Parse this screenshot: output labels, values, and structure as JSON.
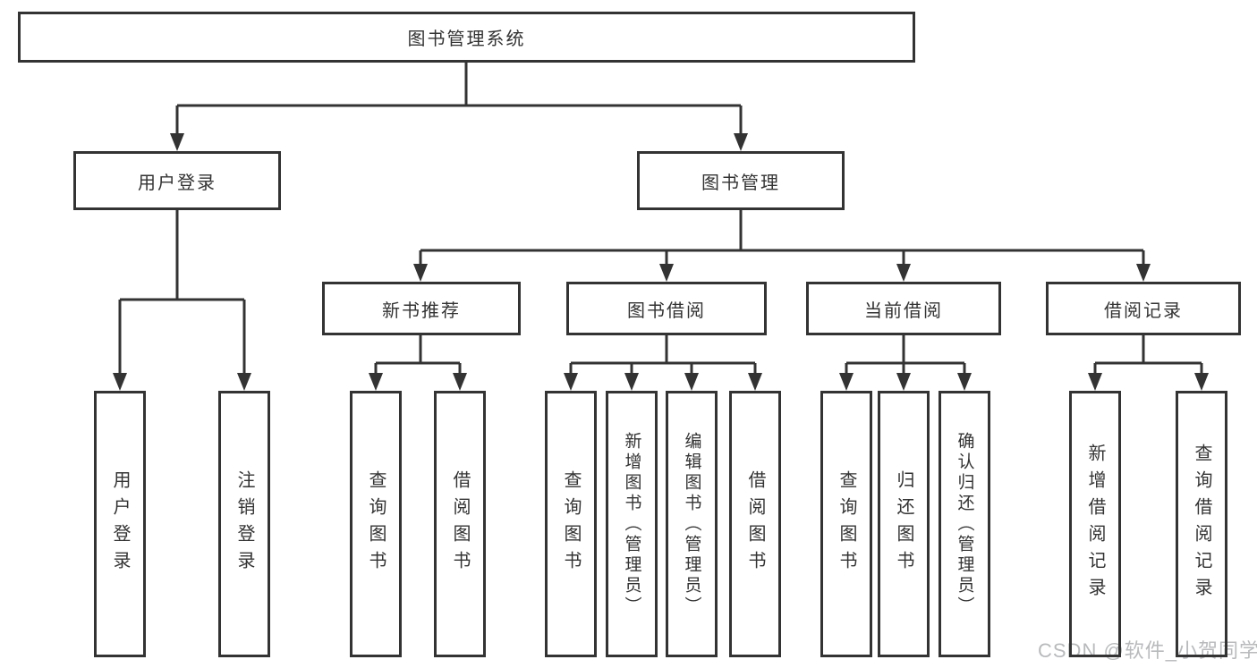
{
  "colors": {
    "line": "#333333",
    "text": "#333333",
    "background": "#ffffff",
    "watermark": "#b8babc"
  },
  "watermark": {
    "text": "CSDN @软件_小贺同学"
  },
  "diagram": {
    "root": {
      "label": "图书管理系统"
    },
    "level2": {
      "user_login": {
        "label": "用户登录"
      },
      "book_mgmt": {
        "label": "图书管理"
      }
    },
    "level3": {
      "new_book": {
        "label": "新书推荐"
      },
      "book_borrow": {
        "label": "图书借阅"
      },
      "current_borrow": {
        "label": "当前借阅"
      },
      "borrow_record": {
        "label": "借阅记录"
      }
    },
    "leaves": {
      "user_login": [
        "用户登录",
        "注销登录"
      ],
      "new_book": [
        "查询图书",
        "借阅图书"
      ],
      "book_borrow": [
        "查询图书",
        "新增图书（管理员）",
        "编辑图书（管理员）",
        "借阅图书"
      ],
      "current_borrow": [
        "查询图书",
        "归还图书",
        "确认归还（管理员）"
      ],
      "borrow_record": [
        "新增借阅记录",
        "查询借阅记录"
      ]
    }
  }
}
